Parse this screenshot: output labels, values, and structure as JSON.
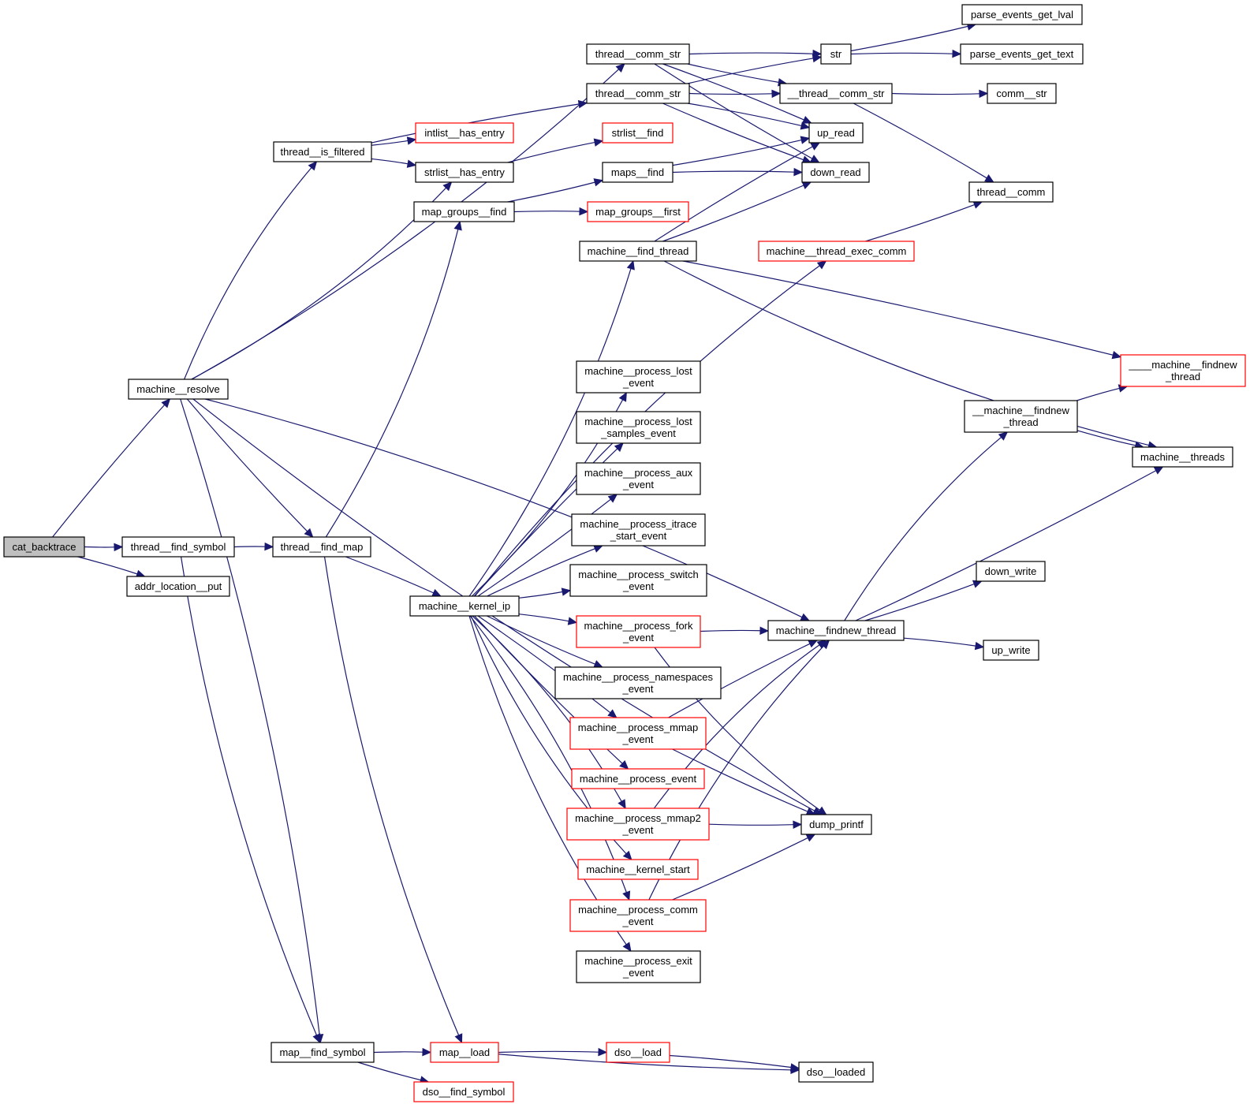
{
  "title": "cat_backtrace call graph",
  "colors": {
    "edge": "#191970",
    "root_fill": "#bfbfbf",
    "node_border": "#000000",
    "external_border": "#ff0000"
  },
  "nodes": [
    {
      "id": "cat_backtrace",
      "lines": [
        "cat_backtrace"
      ],
      "kind": "root"
    },
    {
      "id": "machine__resolve",
      "lines": [
        "machine__resolve"
      ],
      "kind": "normal"
    },
    {
      "id": "thread__find_symbol",
      "lines": [
        "thread__find_symbol"
      ],
      "kind": "normal"
    },
    {
      "id": "addr_location__put",
      "lines": [
        "addr_location__put"
      ],
      "kind": "normal"
    },
    {
      "id": "thread__is_filtered",
      "lines": [
        "thread__is_filtered"
      ],
      "kind": "normal"
    },
    {
      "id": "thread__find_map",
      "lines": [
        "thread__find_map"
      ],
      "kind": "normal"
    },
    {
      "id": "map__find_symbol",
      "lines": [
        "map__find_symbol"
      ],
      "kind": "normal"
    },
    {
      "id": "thread__comm_str_1",
      "lines": [
        "thread__comm_str"
      ],
      "kind": "normal"
    },
    {
      "id": "thread__comm_str_2",
      "lines": [
        "thread__comm_str"
      ],
      "kind": "normal"
    },
    {
      "id": "intlist__has_entry",
      "lines": [
        "intlist__has_entry"
      ],
      "kind": "external"
    },
    {
      "id": "strlist__has_entry",
      "lines": [
        "strlist__has_entry"
      ],
      "kind": "normal"
    },
    {
      "id": "map_groups__find",
      "lines": [
        "map_groups__find"
      ],
      "kind": "normal"
    },
    {
      "id": "machine__kernel_ip",
      "lines": [
        "machine__kernel_ip"
      ],
      "kind": "normal"
    },
    {
      "id": "map__load",
      "lines": [
        "map__load"
      ],
      "kind": "external"
    },
    {
      "id": "dso__find_symbol",
      "lines": [
        "dso__find_symbol"
      ],
      "kind": "external"
    },
    {
      "id": "strlist__find",
      "lines": [
        "strlist__find"
      ],
      "kind": "external"
    },
    {
      "id": "maps__find",
      "lines": [
        "maps__find"
      ],
      "kind": "normal"
    },
    {
      "id": "map_groups__first",
      "lines": [
        "map_groups__first"
      ],
      "kind": "external"
    },
    {
      "id": "machine__find_thread",
      "lines": [
        "machine__find_thread"
      ],
      "kind": "normal"
    },
    {
      "id": "machine__process_lost_event",
      "lines": [
        "machine__process_lost",
        "_event"
      ],
      "kind": "normal"
    },
    {
      "id": "machine__process_lost_samples_event",
      "lines": [
        "machine__process_lost",
        "_samples_event"
      ],
      "kind": "normal"
    },
    {
      "id": "machine__process_aux_event",
      "lines": [
        "machine__process_aux",
        "_event"
      ],
      "kind": "normal"
    },
    {
      "id": "machine__process_itrace_start_event",
      "lines": [
        "machine__process_itrace",
        "_start_event"
      ],
      "kind": "normal"
    },
    {
      "id": "machine__process_switch_event",
      "lines": [
        "machine__process_switch",
        "_event"
      ],
      "kind": "normal"
    },
    {
      "id": "machine__process_fork_event",
      "lines": [
        "machine__process_fork",
        "_event"
      ],
      "kind": "external"
    },
    {
      "id": "machine__process_namespaces_event",
      "lines": [
        "machine__process_namespaces",
        "_event"
      ],
      "kind": "normal"
    },
    {
      "id": "machine__process_mmap_event",
      "lines": [
        "machine__process_mmap",
        "_event"
      ],
      "kind": "external"
    },
    {
      "id": "machine__process_event",
      "lines": [
        "machine__process_event"
      ],
      "kind": "external"
    },
    {
      "id": "machine__process_mmap2_event",
      "lines": [
        "machine__process_mmap2",
        "_event"
      ],
      "kind": "external"
    },
    {
      "id": "machine__kernel_start",
      "lines": [
        "machine__kernel_start"
      ],
      "kind": "external"
    },
    {
      "id": "machine__process_comm_event",
      "lines": [
        "machine__process_comm",
        "_event"
      ],
      "kind": "external"
    },
    {
      "id": "machine__process_exit_event",
      "lines": [
        "machine__process_exit",
        "_event"
      ],
      "kind": "normal"
    },
    {
      "id": "dso__load",
      "lines": [
        "dso__load"
      ],
      "kind": "external"
    },
    {
      "id": "str",
      "lines": [
        "str"
      ],
      "kind": "normal"
    },
    {
      "id": "__thread__comm_str",
      "lines": [
        "__thread__comm_str"
      ],
      "kind": "normal"
    },
    {
      "id": "up_read",
      "lines": [
        "up_read"
      ],
      "kind": "normal"
    },
    {
      "id": "down_read",
      "lines": [
        "down_read"
      ],
      "kind": "normal"
    },
    {
      "id": "machine__thread_exec_comm",
      "lines": [
        "machine__thread_exec_comm"
      ],
      "kind": "external"
    },
    {
      "id": "machine__findnew_thread",
      "lines": [
        "machine__findnew_thread"
      ],
      "kind": "normal"
    },
    {
      "id": "dump_printf",
      "lines": [
        "dump_printf"
      ],
      "kind": "normal"
    },
    {
      "id": "dso__loaded",
      "lines": [
        "dso__loaded"
      ],
      "kind": "normal"
    },
    {
      "id": "parse_events_get_lval",
      "lines": [
        "parse_events_get_lval"
      ],
      "kind": "normal"
    },
    {
      "id": "parse_events_get_text",
      "lines": [
        "parse_events_get_text"
      ],
      "kind": "normal"
    },
    {
      "id": "comm__str",
      "lines": [
        "comm__str"
      ],
      "kind": "normal"
    },
    {
      "id": "thread__comm",
      "lines": [
        "thread__comm"
      ],
      "kind": "normal"
    },
    {
      "id": "__machine__findnew_thread",
      "lines": [
        "__machine__findnew",
        "_thread"
      ],
      "kind": "normal"
    },
    {
      "id": "____machine__findnew_thread",
      "lines": [
        "____machine__findnew",
        "_thread"
      ],
      "kind": "external"
    },
    {
      "id": "machine__threads",
      "lines": [
        "machine__threads"
      ],
      "kind": "normal"
    },
    {
      "id": "down_write",
      "lines": [
        "down_write"
      ],
      "kind": "normal"
    },
    {
      "id": "up_write",
      "lines": [
        "up_write"
      ],
      "kind": "normal"
    }
  ],
  "edges": [
    [
      "cat_backtrace",
      "machine__resolve"
    ],
    [
      "cat_backtrace",
      "thread__find_symbol"
    ],
    [
      "cat_backtrace",
      "addr_location__put"
    ],
    [
      "machine__resolve",
      "thread__comm_str_1"
    ],
    [
      "machine__resolve",
      "thread__is_filtered"
    ],
    [
      "machine__resolve",
      "strlist__has_entry"
    ],
    [
      "machine__resolve",
      "machine__findnew_thread"
    ],
    [
      "machine__resolve",
      "thread__find_map"
    ],
    [
      "machine__resolve",
      "map__find_symbol"
    ],
    [
      "machine__resolve",
      "dump_printf"
    ],
    [
      "thread__find_symbol",
      "thread__find_map"
    ],
    [
      "thread__find_symbol",
      "map__find_symbol"
    ],
    [
      "thread__is_filtered",
      "thread__comm_str_2"
    ],
    [
      "thread__is_filtered",
      "intlist__has_entry"
    ],
    [
      "thread__is_filtered",
      "strlist__has_entry"
    ],
    [
      "thread__find_map",
      "map_groups__find"
    ],
    [
      "thread__find_map",
      "machine__kernel_ip"
    ],
    [
      "thread__find_map",
      "map__load"
    ],
    [
      "map__find_symbol",
      "map__load"
    ],
    [
      "map__find_symbol",
      "dso__find_symbol"
    ],
    [
      "thread__comm_str_1",
      "str"
    ],
    [
      "thread__comm_str_1",
      "__thread__comm_str"
    ],
    [
      "thread__comm_str_1",
      "up_read"
    ],
    [
      "thread__comm_str_1",
      "down_read"
    ],
    [
      "thread__comm_str_2",
      "str"
    ],
    [
      "thread__comm_str_2",
      "__thread__comm_str"
    ],
    [
      "thread__comm_str_2",
      "up_read"
    ],
    [
      "thread__comm_str_2",
      "down_read"
    ],
    [
      "strlist__has_entry",
      "strlist__find"
    ],
    [
      "map_groups__find",
      "maps__find"
    ],
    [
      "map_groups__find",
      "map_groups__first"
    ],
    [
      "maps__find",
      "up_read"
    ],
    [
      "maps__find",
      "down_read"
    ],
    [
      "machine__kernel_ip",
      "machine__find_thread"
    ],
    [
      "machine__kernel_ip",
      "machine__thread_exec_comm"
    ],
    [
      "machine__kernel_ip",
      "machine__process_lost_event"
    ],
    [
      "machine__kernel_ip",
      "machine__process_lost_samples_event"
    ],
    [
      "machine__kernel_ip",
      "machine__process_aux_event"
    ],
    [
      "machine__kernel_ip",
      "machine__process_itrace_start_event"
    ],
    [
      "machine__kernel_ip",
      "machine__process_switch_event"
    ],
    [
      "machine__kernel_ip",
      "machine__process_fork_event"
    ],
    [
      "machine__kernel_ip",
      "machine__process_namespaces_event"
    ],
    [
      "machine__kernel_ip",
      "machine__process_mmap_event"
    ],
    [
      "machine__kernel_ip",
      "machine__process_event"
    ],
    [
      "machine__kernel_ip",
      "machine__process_mmap2_event"
    ],
    [
      "machine__kernel_ip",
      "machine__kernel_start"
    ],
    [
      "machine__kernel_ip",
      "machine__process_comm_event"
    ],
    [
      "machine__kernel_ip",
      "machine__process_exit_event"
    ],
    [
      "machine__find_thread",
      "up_read"
    ],
    [
      "machine__find_thread",
      "down_read"
    ],
    [
      "machine__find_thread",
      "____machine__findnew_thread"
    ],
    [
      "machine__find_thread",
      "machine__threads"
    ],
    [
      "machine__process_fork_event",
      "machine__findnew_thread"
    ],
    [
      "machine__process_fork_event",
      "dump_printf"
    ],
    [
      "machine__process_mmap_event",
      "machine__findnew_thread"
    ],
    [
      "machine__process_mmap_event",
      "dump_printf"
    ],
    [
      "machine__process_mmap2_event",
      "machine__findnew_thread"
    ],
    [
      "machine__process_mmap2_event",
      "dump_printf"
    ],
    [
      "machine__process_comm_event",
      "machine__findnew_thread"
    ],
    [
      "machine__process_comm_event",
      "dump_printf"
    ],
    [
      "map__load",
      "dso__load"
    ],
    [
      "map__load",
      "dso__loaded"
    ],
    [
      "dso__load",
      "dso__loaded"
    ],
    [
      "str",
      "parse_events_get_lval"
    ],
    [
      "str",
      "parse_events_get_text"
    ],
    [
      "__thread__comm_str",
      "comm__str"
    ],
    [
      "__thread__comm_str",
      "thread__comm"
    ],
    [
      "machine__thread_exec_comm",
      "thread__comm"
    ],
    [
      "machine__findnew_thread",
      "__machine__findnew_thread"
    ],
    [
      "machine__findnew_thread",
      "down_write"
    ],
    [
      "machine__findnew_thread",
      "up_write"
    ],
    [
      "machine__findnew_thread",
      "machine__threads"
    ],
    [
      "__machine__findnew_thread",
      "____machine__findnew_thread"
    ],
    [
      "__machine__findnew_thread",
      "machine__threads"
    ]
  ]
}
